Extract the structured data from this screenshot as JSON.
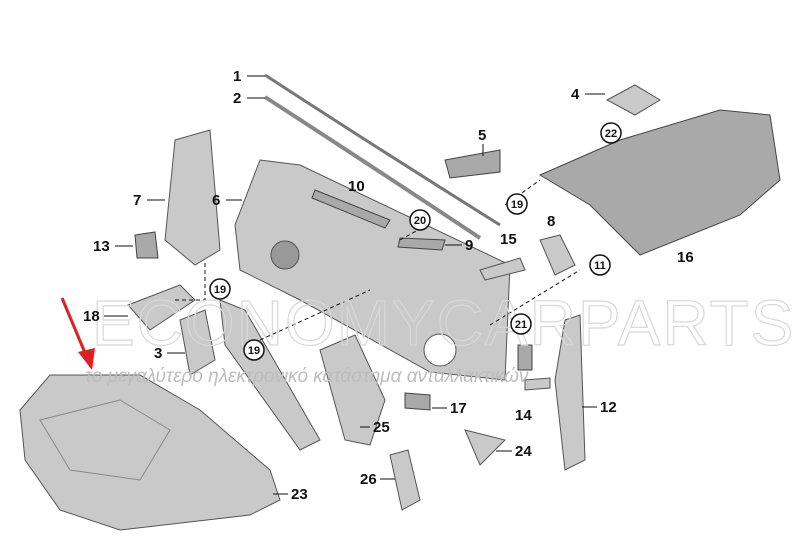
{
  "watermark": {
    "brand": "ECONOMYCARPARTS.GR",
    "tagline": "το μεγαλύτερο ηλεκτρονικό κατάστημα ανταλλακτικών"
  },
  "callouts": [
    "1",
    "2",
    "3",
    "4",
    "5",
    "6",
    "7",
    "8",
    "9",
    "10",
    "12",
    "13",
    "14",
    "15",
    "16",
    "17",
    "18",
    "23",
    "24",
    "25",
    "26"
  ],
  "circled_callouts": [
    "22",
    "19",
    "20",
    "11",
    "21",
    "19",
    "19"
  ],
  "colors": {
    "arrow": "#e02020",
    "part": "#c9c9c9"
  }
}
